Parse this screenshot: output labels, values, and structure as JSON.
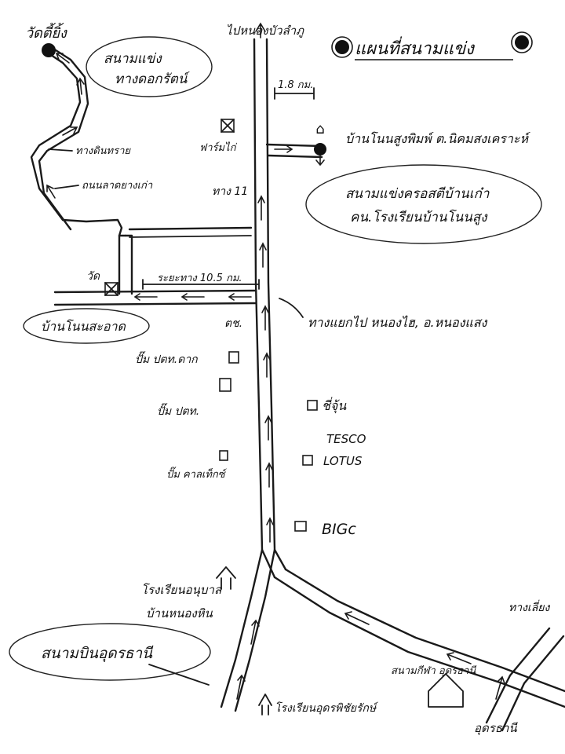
{
  "title": "แผนที่สนามแข่ง",
  "labels": {
    "to_north": "ไปหนองบัวลำภู",
    "distance_top": "1.8 กม.",
    "ban_non_sung": "บ้านโนนสูงพิมพ์ ต.นิคมสงเคราะห์",
    "race_track_main": "สนามแข่งครอสตีบ้านเก๋า",
    "race_track_main_2": "คน.โรงเรียนบ้านโนนสูง",
    "wat_tai": "วัดตี้ยิ้ง",
    "track_top_left": "สนามแข่ง",
    "track_top_left_2": "ทางดอกรัตน์",
    "dirt_road": "ทางดินทราย",
    "paved_road": "ถนนลาดยางเก่า",
    "farm": "ฟาร์มไก่",
    "wat": "วัด",
    "route_11": "ทาง 11",
    "distance_left": "ระยะทาง 10.5 กม.",
    "ban_non_sa_at": "บ้านโนนสะอาด",
    "police": "ตช.",
    "turn_note": "ทางแยกไป หนองไฮ, อ.หนองแสง",
    "gas1": "ปั๊ม ปตท.ดาก",
    "gas2": "ปั๊ม ปตท.",
    "gas3": "ปั๊ม คาลเท็กซ์",
    "chijun": "ชี่จุ้น",
    "tesco": "TESCO",
    "lotus": "LOTUS",
    "bigc": "BIGc",
    "hospital": "โรงเรียนอนุบาล",
    "ban_nong_hin": "บ้านหนองหิน",
    "airport": "สนามบินอุดรธานี",
    "udon_stadium": "สนามกีฬา อุดรธานี",
    "school_udon": "โรงเรียนอุดรพิชัยรักษ์",
    "to_right_top": "ทางเลี่ยง",
    "udon": "อุดรธานี"
  }
}
